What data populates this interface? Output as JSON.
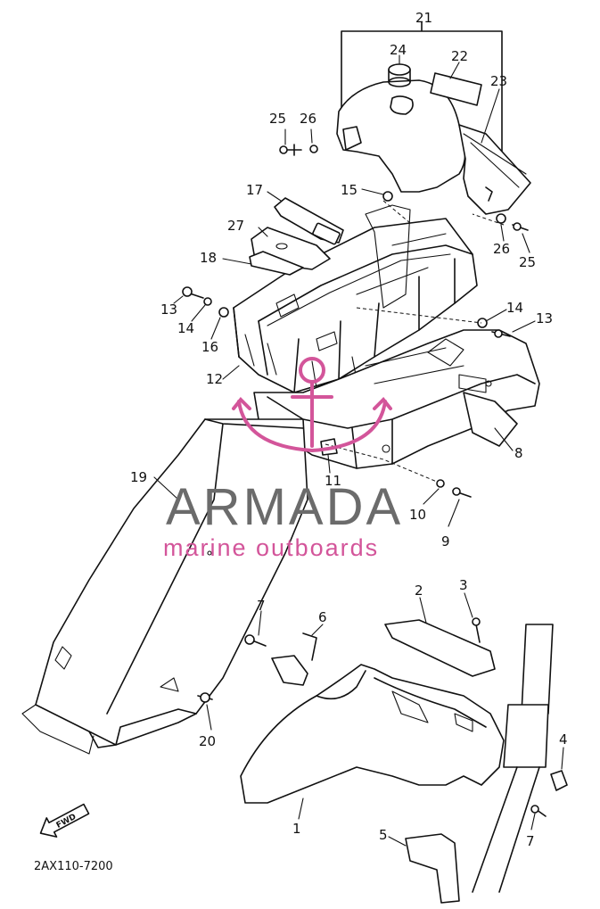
{
  "diagram": {
    "part_code": "2AX110-7200",
    "fwd_label": "FWD",
    "callouts": [
      "21",
      "24",
      "22",
      "23",
      "25",
      "26",
      "17",
      "15",
      "27",
      "18",
      "26",
      "25",
      "13",
      "14",
      "16",
      "14",
      "13",
      "12",
      "8",
      "11",
      "19",
      "10",
      "9",
      "2",
      "3",
      "7",
      "6",
      "20",
      "4",
      "1",
      "5",
      "7"
    ]
  },
  "watermark": {
    "brand": "ARMADA",
    "tagline": "marine outboards",
    "accent_color": "#d3559a",
    "text_color": "#6b6b6b"
  }
}
